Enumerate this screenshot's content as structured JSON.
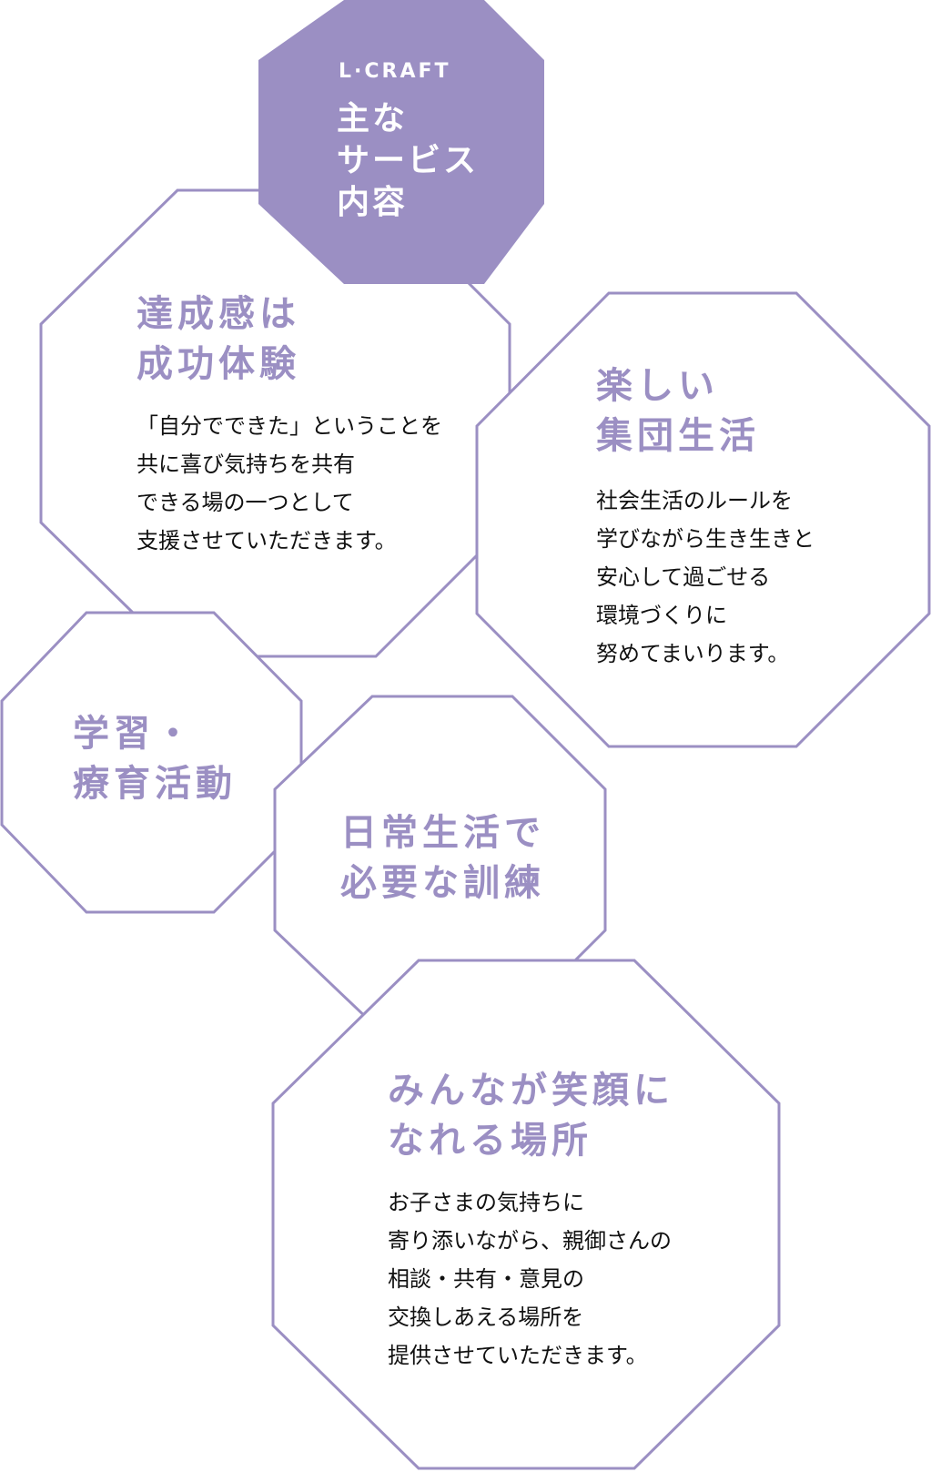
{
  "colors": {
    "accent": "#9b8fc3",
    "outline": "#9b8fc3",
    "body_text": "#111111",
    "background": "#ffffff"
  },
  "header": {
    "brand": "L·CRAFT",
    "title_lines": [
      "主な",
      "サービス",
      "内容"
    ]
  },
  "services": {
    "achievement": {
      "heading_lines": [
        "達成感は",
        "成功体験"
      ],
      "body_lines": [
        "「自分でできた」ということを",
        "共に喜び気持ちを共有",
        "できる場の一つとして",
        "支援させていただきます。"
      ]
    },
    "group_life": {
      "heading_lines": [
        "楽しい",
        "集団生活"
      ],
      "body_lines": [
        "社会生活のルールを",
        "学びながら生き生きと",
        "安心して過ごせる",
        "環境づくりに",
        "努めてまいります。"
      ]
    },
    "learning": {
      "heading_lines": [
        "学習・",
        "療育活動"
      ]
    },
    "daily_training": {
      "heading_lines": [
        "日常生活で",
        "必要な訓練"
      ]
    },
    "smile_place": {
      "heading_lines": [
        "みんなが笑顔に",
        "なれる場所"
      ],
      "body_lines": [
        "お子さまの気持ちに",
        "寄り添いながら、親御さんの",
        "相談・共有・意見の",
        "交換しあえる場所を",
        "提供させていただきます。"
      ]
    }
  }
}
